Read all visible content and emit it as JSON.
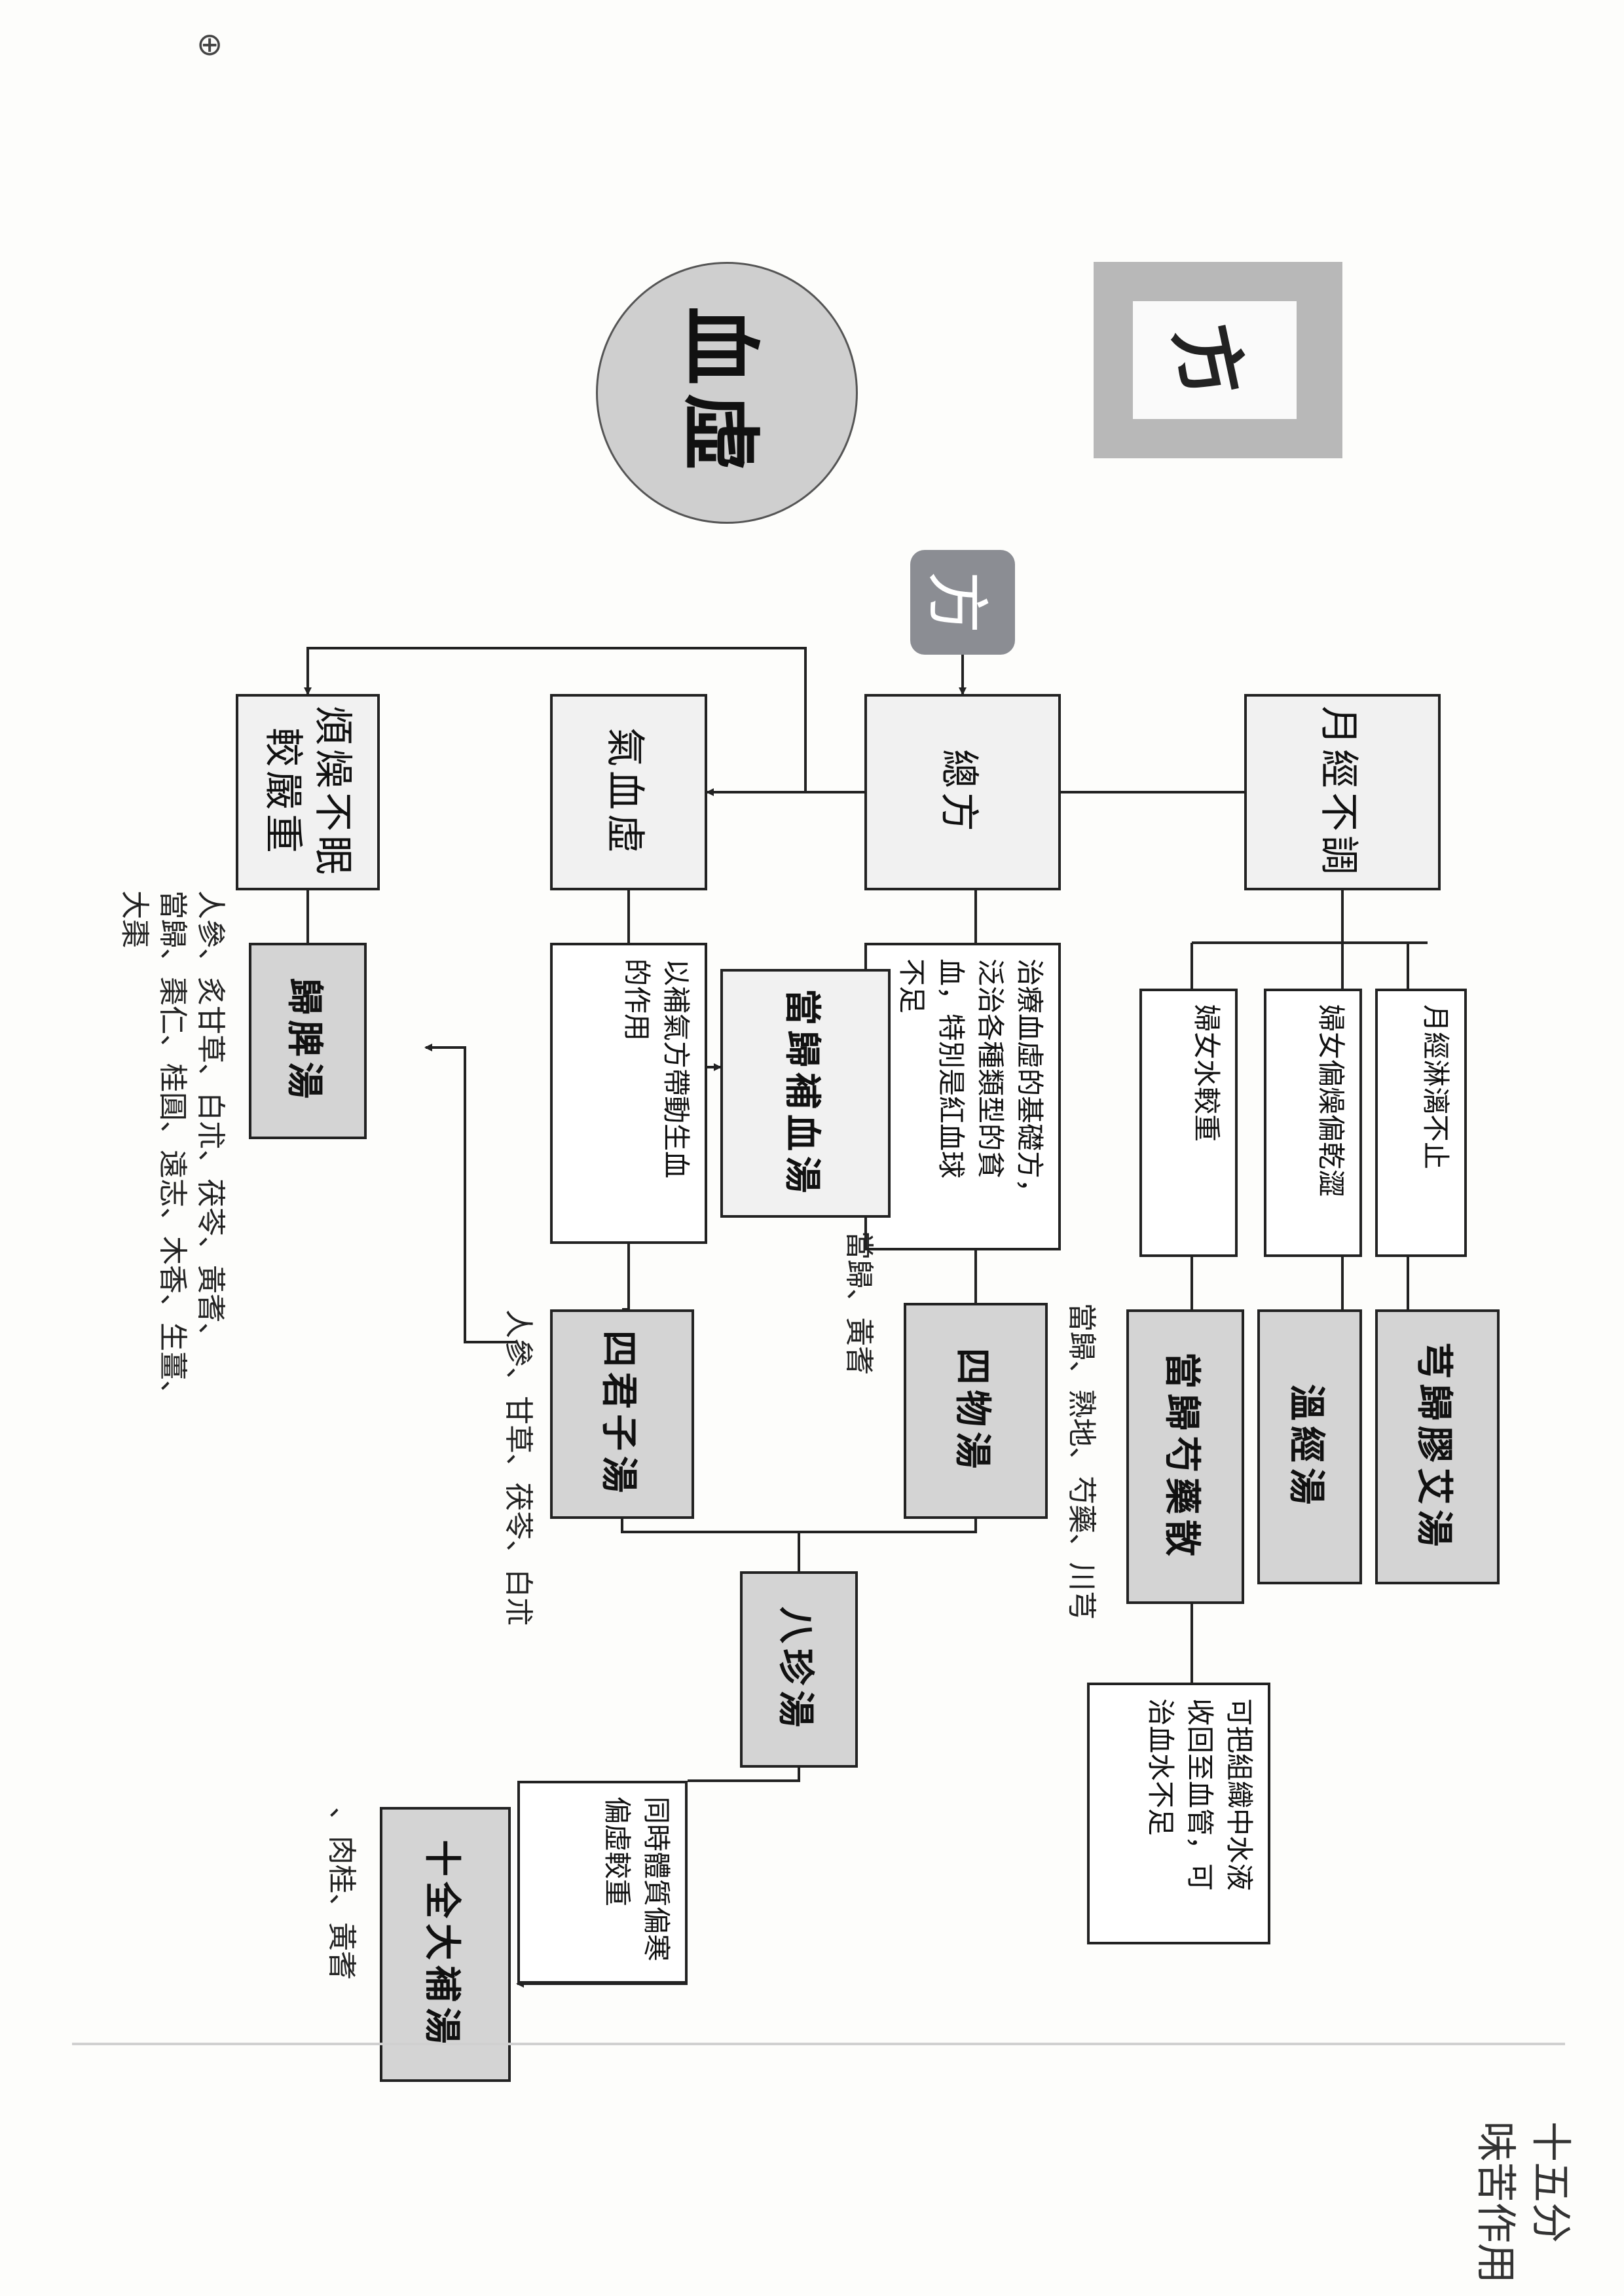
{
  "page_number": "⊕",
  "title": "血虛",
  "fang_label": "方",
  "footer_note": [
    "十五分",
    "味苦作用"
  ],
  "nodes": {
    "zongfang": "總方",
    "yuejing": "月經不調",
    "qixue": "氣血虛",
    "fanzao": "煩燥不眠\n較嚴重",
    "zongfang_desc": "治療血虛的基礎方，\n泛治各種類型的貧\n血，特別是紅血球\n不足",
    "yuejing_a": "月經淋漓不止",
    "yuejing_b": "婦女偏燥偏乾澀",
    "yuejing_c": "婦女水較重",
    "danggui_bu_desc": "以補氣方帶動生血\n的作用",
    "siwu": "四物湯",
    "siwu_ingr": "當歸、熟地、芍藥、川芎",
    "danggui_bu": "當歸補血湯",
    "danggui_bu_ingr": "當歸、黃耆",
    "sijunzi": "四君子湯",
    "sijunzi_ingr": "人參、甘草、茯苓、白朮",
    "guipi": "歸脾湯",
    "guipi_ingr": "人參、炙甘草、白朮、茯苓、黃耆、\n當歸、棗仁、桂圓、遠志、木香、生薑、\n大棗",
    "xiongui": "芎歸膠艾湯",
    "wenjing": "溫經湯",
    "danggui_shaoyao": "當歸芍藥散",
    "danggui_shaoyao_desc": "可把組織中水液\n收回至血管，可\n治血水不足",
    "bazhen": "八珍湯",
    "bazhen_desc": "同時體質偏寒\n偏虛較重",
    "shiquan": "十全大補湯",
    "shiquan_ingr": "、肉桂、黃耆"
  }
}
